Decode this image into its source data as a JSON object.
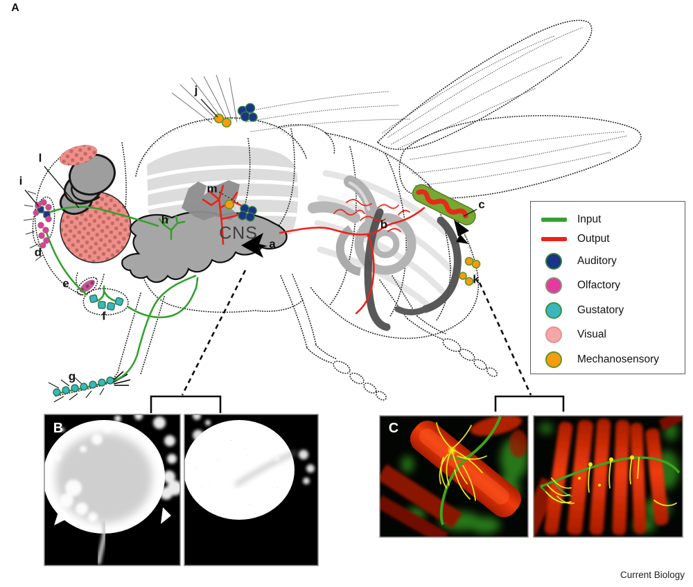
{
  "colors": {
    "input": "#34a02e",
    "output": "#ee2118",
    "auditory": "#1b3388",
    "olfactory": "#e43aa2",
    "gustatory": "#3bb6ba",
    "visual": "#f5a6a9",
    "mechanosensory": "#f79b12",
    "cns": "#a6a6a6",
    "eye": "#ef8f8a",
    "micro_green": "#2f8c1c",
    "micro_red": "#d82b06",
    "micro_yellow": "#f8ef1c"
  },
  "figure": {
    "panel_labels": {
      "a": "A",
      "b": "B",
      "c": "C"
    },
    "cns_label": "CNS",
    "journal_credit": "Current Biology",
    "anatomy_labels": {
      "a": "a",
      "b": "b",
      "c": "c",
      "d": "d",
      "e": "e",
      "f": "f",
      "g": "g",
      "h": "h",
      "i": "i",
      "j": "j",
      "k": "k",
      "l": "l",
      "m": "m"
    }
  },
  "legend": {
    "items": [
      {
        "label": "Input",
        "swatch": "line",
        "color": "#34a02e",
        "ring": "#34a02e"
      },
      {
        "label": "Output",
        "swatch": "line",
        "color": "#ee2118",
        "ring": "#ee2118"
      },
      {
        "label": "Auditory",
        "swatch": "dot",
        "color": "#1b3388",
        "ring": "#2f7d43"
      },
      {
        "label": "Olfactory",
        "swatch": "dot",
        "color": "#e43aa2",
        "ring": "#8f8f74"
      },
      {
        "label": "Gustatory",
        "swatch": "dot",
        "color": "#3bb6ba",
        "ring": "#35913f"
      },
      {
        "label": "Visual",
        "swatch": "dot",
        "color": "#f5a6a9",
        "ring": "#e59091"
      },
      {
        "label": "Mechanosensory",
        "swatch": "dot",
        "color": "#f79b12",
        "ring": "#63951f"
      }
    ]
  }
}
